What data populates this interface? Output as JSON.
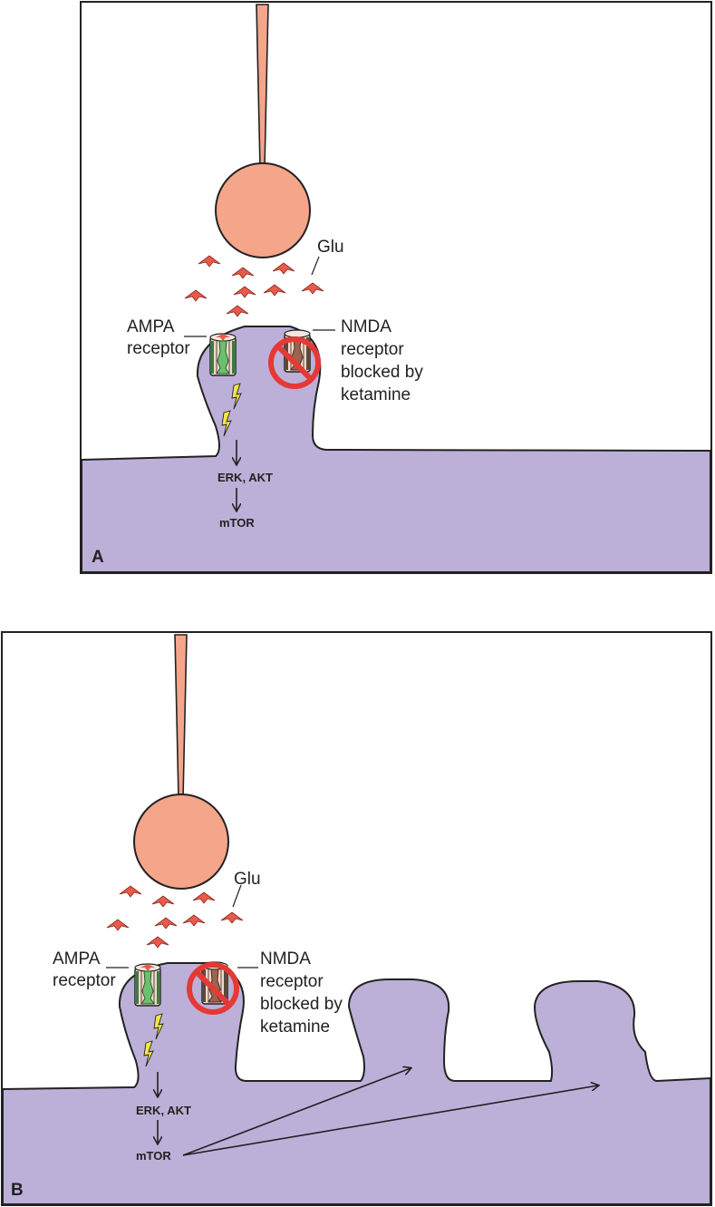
{
  "figure": {
    "colors": {
      "postsynaptic": "#bcb0d8",
      "presynaptic": "#f4a58a",
      "glutamate": "#e85a4a",
      "block_sign": "#e53935",
      "ampa_channel": "#6cc070",
      "nmda_channel": "#9c6450",
      "lightning": "#f5e642"
    },
    "panels": [
      {
        "label": "A",
        "glu_label": "Glu",
        "ampa_label_line1": "AMPA",
        "ampa_label_line2": "receptor",
        "nmda_label_line1": "NMDA",
        "nmda_label_line2": "receptor",
        "nmda_label_line3": "blocked by",
        "nmda_label_line4": "ketamine",
        "signal1": "ERK, AKT",
        "signal2": "mTOR"
      },
      {
        "label": "B",
        "glu_label": "Glu",
        "ampa_label_line1": "AMPA",
        "ampa_label_line2": "receptor",
        "nmda_label_line1": "NMDA",
        "nmda_label_line2": "receptor",
        "nmda_label_line3": "blocked by",
        "nmda_label_line4": "ketamine",
        "signal1": "ERK, AKT",
        "signal2": "mTOR"
      }
    ]
  }
}
